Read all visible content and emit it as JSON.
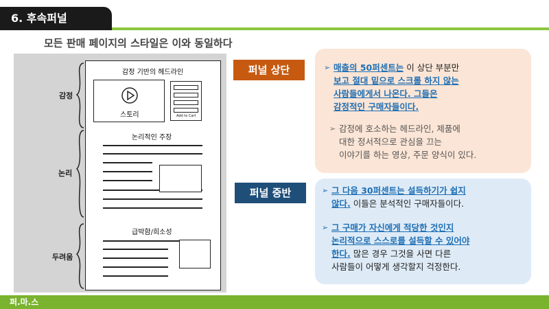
{
  "header": {
    "title": "6. 후속퍼널"
  },
  "subtitle": "모든 판매 페이지의 스타일은 이와 동일하다",
  "wireframe": {
    "headline": "감정 기반의 헤드라인",
    "story_label": "스토리",
    "add_to_cart": "Add to Cart",
    "logic_claim": "논리적인 주장",
    "urgency": "급박함/희소성",
    "side_labels": {
      "emotion": "감정",
      "logic": "논리",
      "fear": "두려움"
    }
  },
  "top_section": {
    "tag": "퍼널 상단",
    "bullet1_parts": [
      "매출의 50퍼센트는",
      " 이 상단 부분만",
      "보고 절대 밑으로 스크롤 하지 않는",
      "사람들에게서 나온다. 그들은",
      "감정적인 구매자들이다."
    ],
    "bullet2_lines": [
      "감정에 호소하는 헤드라인, 제품에",
      "대한 정서적으로 관심을 끄는",
      "이야기를 하는 영상, 주문 양식이 있다."
    ]
  },
  "middle_section": {
    "tag": "퍼널 중반",
    "bullet1_parts": [
      "그 다음 30퍼센트는 설득하기가 쉽지",
      "않다.",
      " 이들은 분석적인 구매자들이다."
    ],
    "bullet2_parts": [
      "그 구매가 자신에게 적당한 것인지",
      "논리적으로 스스로를 설득할 수 있어야",
      "한다.",
      " 많은 경우 그것을 사면 다른",
      "사람들이 어떻게 생각할지 걱정한다."
    ]
  },
  "footer": {
    "logo": "퍼.마.스"
  },
  "colors": {
    "green": "#8cc63f",
    "orange_tag": "#c65a11",
    "blue_tag": "#1f4e79",
    "peach_panel": "#fbe5d6",
    "blue_panel": "#deebf7",
    "link_blue": "#1f6fb4"
  }
}
